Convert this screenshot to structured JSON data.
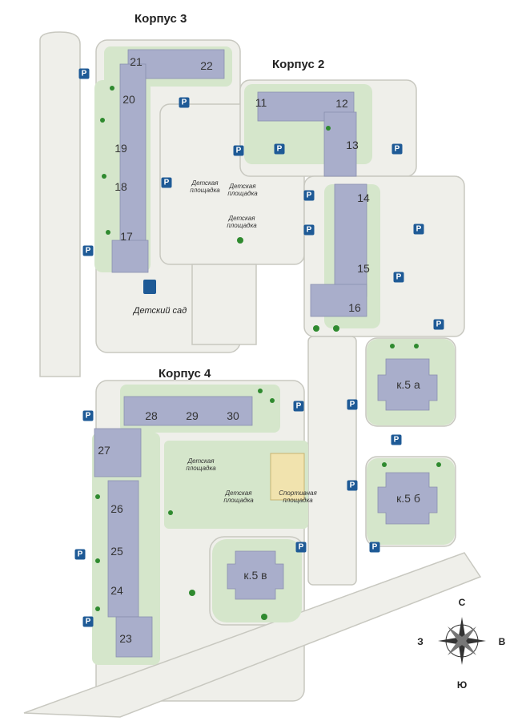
{
  "titles": {
    "korpus3": "Корпус 3",
    "korpus2": "Корпус 2",
    "korpus4": "Корпус 4"
  },
  "buildings": [
    "21",
    "22",
    "20",
    "19",
    "18",
    "17",
    "11",
    "12",
    "13",
    "14",
    "15",
    "16",
    "28",
    "29",
    "30",
    "27",
    "26",
    "25",
    "24",
    "23"
  ],
  "k5": {
    "a": "к.5 а",
    "b": "к.5 б",
    "v": "к.5 в"
  },
  "labels": {
    "playground": "Детская площадка",
    "sports": "Спортивная площадка",
    "kindergarten": "Детский сад"
  },
  "parking_label": "P",
  "compass": {
    "n": "С",
    "s": "Ю",
    "w": "З",
    "e": "В"
  },
  "colors": {
    "building": "#a9aecb",
    "green": "#d5e6cb",
    "ground": "#efefea",
    "parking": "#1e5a96",
    "tree": "#2f8a2f",
    "sports": "#f1e3ae"
  }
}
